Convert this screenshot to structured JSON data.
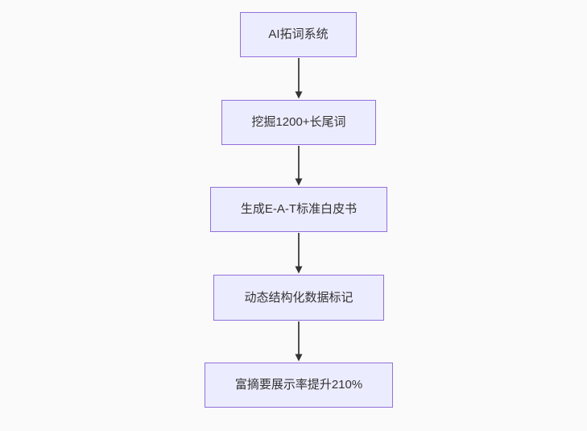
{
  "diagram": {
    "type": "flowchart",
    "direction": "top-down",
    "nodes": [
      {
        "id": "node-1",
        "label": "AI拓词系统"
      },
      {
        "id": "node-2",
        "label": "挖掘1200+长尾词"
      },
      {
        "id": "node-3",
        "label": "生成E-A-T标准白皮书"
      },
      {
        "id": "node-4",
        "label": "动态结构化数据标记"
      },
      {
        "id": "node-5",
        "label": "富摘要展示率提升210%"
      }
    ],
    "edges": [
      {
        "from": "node-1",
        "to": "node-2"
      },
      {
        "from": "node-2",
        "to": "node-3"
      },
      {
        "from": "node-3",
        "to": "node-4"
      },
      {
        "from": "node-4",
        "to": "node-5"
      }
    ],
    "colors": {
      "background": "#fafafa",
      "node_fill": "#ECECFF",
      "node_border": "#9370DB",
      "node_text": "#333333",
      "arrow": "#333333"
    }
  }
}
